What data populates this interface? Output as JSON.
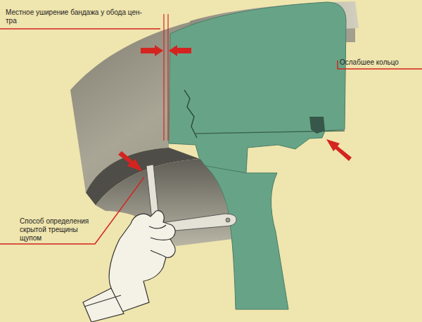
{
  "diagram": {
    "labels": [
      "Местное уширение бандажа у обода цен- тра",
      "Ослабшее кольцо",
      "Способ определения скрытой трещины щупом"
    ]
  }
}
